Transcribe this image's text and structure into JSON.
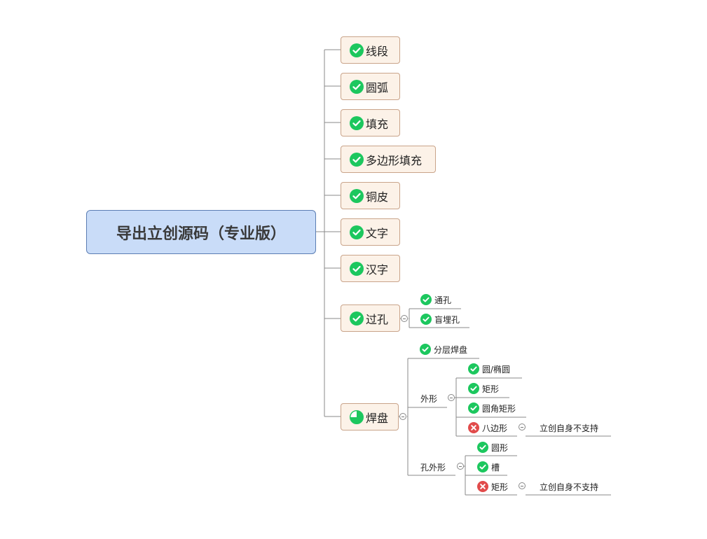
{
  "root": {
    "label": "导出立创源码（专业版）"
  },
  "branches": {
    "segment": "线段",
    "arc": "圆弧",
    "fill": "填充",
    "polygon_fill": "多边形填充",
    "copper": "铜皮",
    "text": "文字",
    "chinese": "汉字",
    "via": "过孔",
    "pad": "焊盘"
  },
  "via_children": {
    "through": "通孔",
    "blind_buried": "盲埋孔"
  },
  "pad_children": {
    "layered": "分层焊盘",
    "shape": "外形",
    "hole_shape": "孔外形"
  },
  "shape_children": {
    "circle_ellipse": "圆/椭圆",
    "rect": "矩形",
    "round_rect": "圆角矩形",
    "octagon": "八边形",
    "octagon_note": "立创自身不支持"
  },
  "hole_children": {
    "round": "圆形",
    "slot": "槽",
    "rect": "矩形",
    "rect_note": "立创自身不支持"
  },
  "colors": {
    "check": "#1cc75e",
    "cross": "#e14b4b",
    "partial": "#1cc75e",
    "root_fill": "#c9dcf8",
    "branch_fill": "#fcf2e8",
    "line": "#8a8a8a"
  },
  "icons": {
    "done": "check-circle-icon",
    "failed": "x-circle-icon",
    "in_progress": "pie-progress-icon",
    "toggle": "collapse-minus-icon"
  },
  "pad_progress": 0.75
}
